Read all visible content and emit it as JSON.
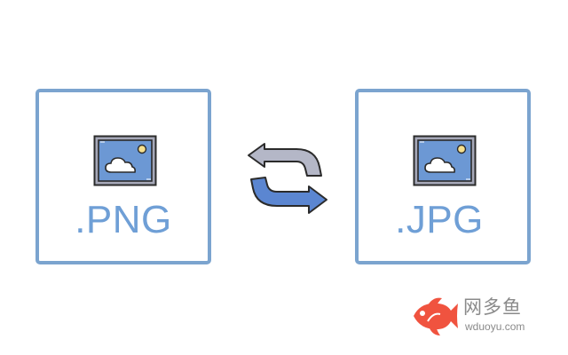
{
  "cards": {
    "source": {
      "label": ".PNG",
      "icon": "image-icon"
    },
    "target": {
      "label": ".JPG",
      "icon": "image-icon"
    }
  },
  "swap": {
    "icon": "swap-arrows-icon"
  },
  "watermark": {
    "title": "网多鱼",
    "domain": "wduoyu.com",
    "icon": "fish-logo-icon"
  },
  "colors": {
    "border": "#7ba4cf",
    "label": "#6f9fd6",
    "arrow_top": "#b4b7c7",
    "arrow_bottom": "#5b86d1",
    "watermark_fish": "#f0533f"
  }
}
